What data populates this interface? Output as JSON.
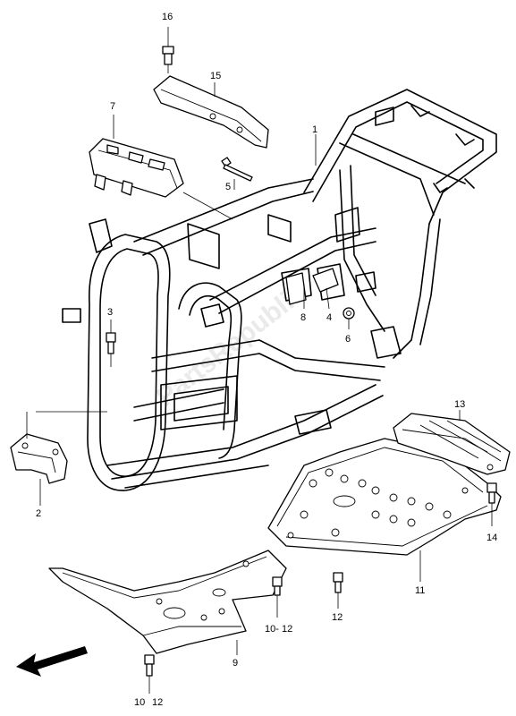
{
  "diagram": {
    "callouts": [
      {
        "id": "c1",
        "text": "1"
      },
      {
        "id": "c2",
        "text": "2"
      },
      {
        "id": "c3",
        "text": "3"
      },
      {
        "id": "c4",
        "text": "4"
      },
      {
        "id": "c5",
        "text": "5"
      },
      {
        "id": "c6",
        "text": "6"
      },
      {
        "id": "c7",
        "text": "7"
      },
      {
        "id": "c8",
        "text": "8"
      },
      {
        "id": "c9",
        "text": "9"
      },
      {
        "id": "c10",
        "text": "10"
      },
      {
        "id": "c10b",
        "text": "10- 12"
      },
      {
        "id": "c11",
        "text": "11"
      },
      {
        "id": "c12",
        "text": "12"
      },
      {
        "id": "c12b",
        "text": "12"
      },
      {
        "id": "c13",
        "text": "13"
      },
      {
        "id": "c14",
        "text": "14"
      },
      {
        "id": "c15",
        "text": "15"
      },
      {
        "id": "c16",
        "text": "16"
      }
    ],
    "watermark": "PartsRepublik",
    "front_arrow_icon": "front-direction-arrow"
  }
}
